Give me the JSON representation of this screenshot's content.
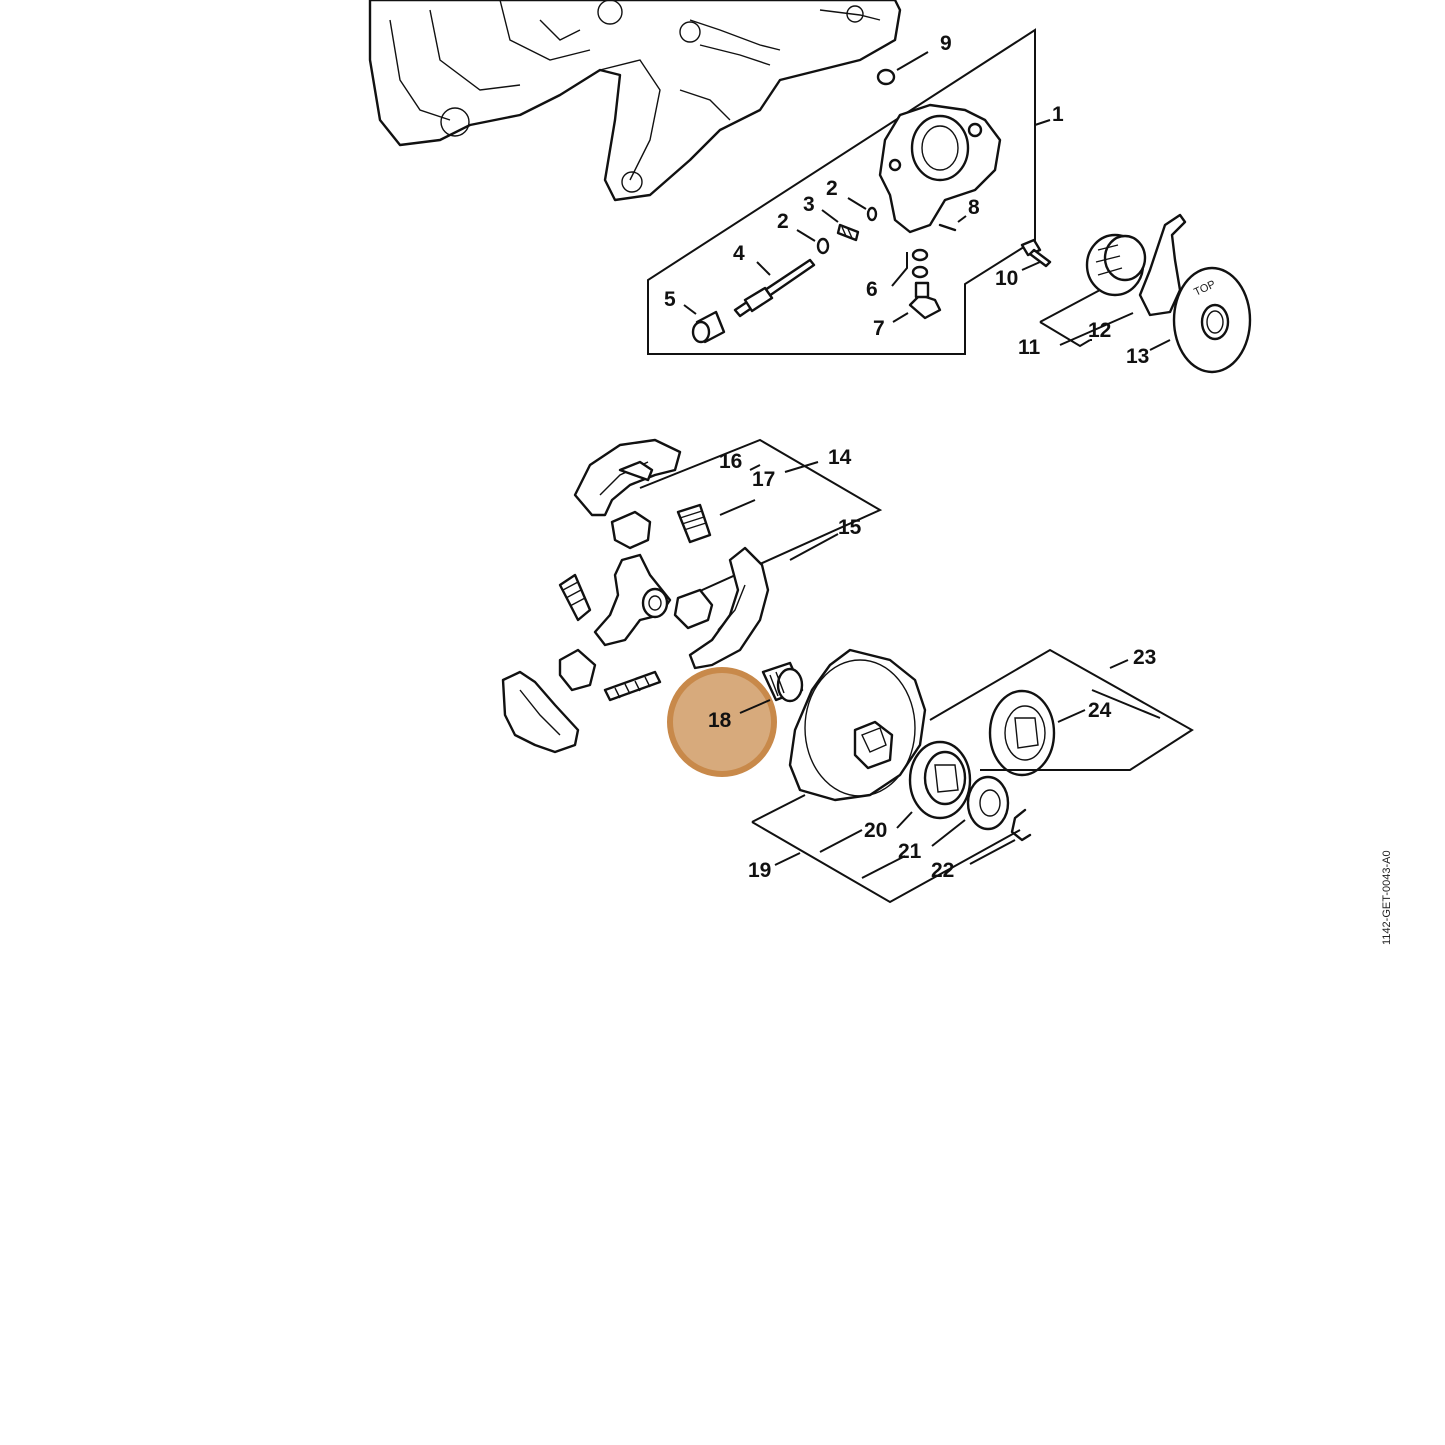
{
  "diagram": {
    "drawing_code": "1142-GET-0043-A0",
    "highlight": {
      "label": "18",
      "color": "#c8894a"
    },
    "labels": [
      "1",
      "2",
      "2",
      "3",
      "4",
      "5",
      "6",
      "7",
      "8",
      "9",
      "10",
      "11",
      "12",
      "13",
      "14",
      "15",
      "16",
      "17",
      "18",
      "19",
      "20",
      "21",
      "22",
      "23",
      "24"
    ],
    "stamp_text": "TOP"
  }
}
